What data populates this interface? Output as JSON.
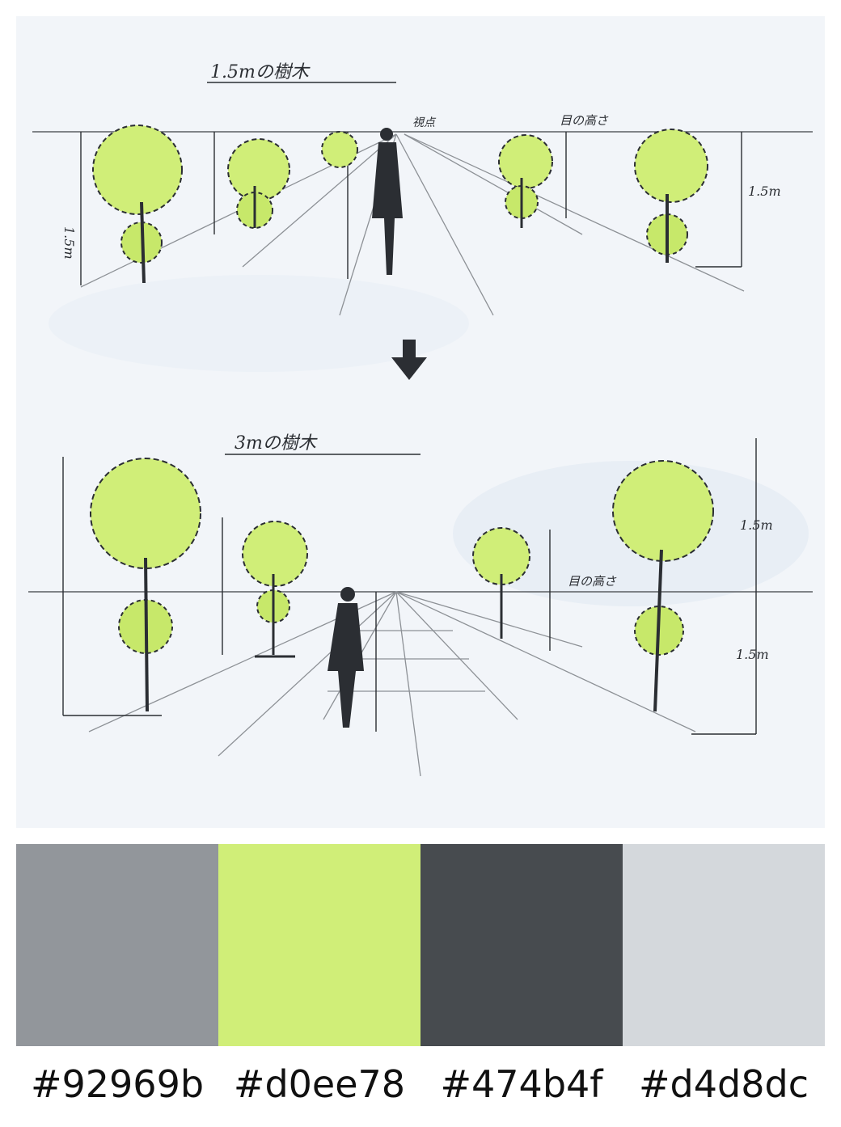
{
  "sketch": {
    "top_title": "1.5mの樹木",
    "bottom_title": "3mの樹木",
    "eye_label": "目の高さ",
    "dim_15": "1.5m",
    "eye_mark": "視点"
  },
  "palette": {
    "swatches": [
      {
        "hex": "#92969b",
        "label": "#92969b"
      },
      {
        "hex": "#d0ee78",
        "label": "#d0ee78"
      },
      {
        "hex": "#474b4f",
        "label": "#474b4f"
      },
      {
        "hex": "#d4d8dc",
        "label": "#d4d8dc"
      }
    ]
  }
}
